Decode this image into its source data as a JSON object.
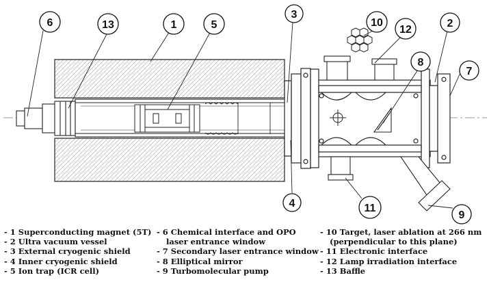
{
  "callouts": {
    "n1": "1",
    "n2": "2",
    "n3": "3",
    "n4": "4",
    "n5": "5",
    "n6": "6",
    "n7": "7",
    "n8": "8",
    "n9": "9",
    "n10": "10",
    "n11": "11",
    "n12": "12",
    "n13": "13"
  },
  "legend": {
    "col1": [
      "- 1 Superconducting magnet (5T)",
      "- 2 Ultra vacuum vessel",
      "- 3 External cryogenic shield",
      "- 4 Inner cryogenic shield",
      "- 5 Ion trap (ICR cell)"
    ],
    "col2": [
      "- 6 Chemical interface and OPO",
      "laser entrance window",
      "- 7 Secondary laser entrance window",
      "- 8 Elliptical mirror",
      "- 9 Turbomolecular pump"
    ],
    "col3": [
      "- 10 Target, laser ablation at 266 nm",
      "(perpendicular to this plane)",
      "- 11 Electronic interface",
      "- 12 Lamp irradiation interface",
      "- 13 Baffle"
    ]
  }
}
